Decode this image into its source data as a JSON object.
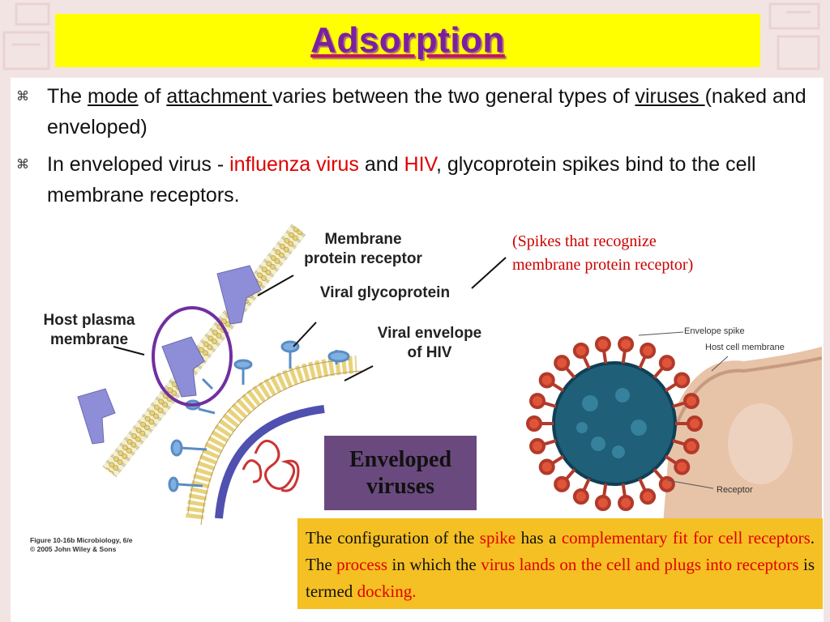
{
  "slide": {
    "title": "Adsorption",
    "bullets": [
      {
        "parts": [
          "The ",
          "mode",
          " of ",
          "attachment ",
          "varies between the two general types of ",
          "viruses ",
          "(naked and enveloped)"
        ]
      },
      {
        "parts": [
          "In enveloped virus - ",
          "influenza virus",
          " and ",
          "HIV",
          ", glycoprotein spikes bind to the cell membrane receptors."
        ]
      }
    ],
    "spike_note": "(Spikes that recognize membrane protein receptor)"
  },
  "figure": {
    "labels": {
      "membrane_protein_receptor": [
        "Membrane",
        "protein receptor"
      ],
      "viral_glycoprotein": "Viral glycoprotein",
      "host_plasma_membrane": [
        "Host plasma",
        "membrane"
      ],
      "viral_envelope": [
        "Viral envelope",
        "of HIV"
      ]
    },
    "caption": [
      "Figure 10-16b Microbiology, 6/e",
      "© 2005 John Wiley & Sons"
    ],
    "enveloped_box": [
      "Enveloped",
      "viruses"
    ]
  },
  "virus_image": {
    "labels": {
      "envelope_spike": "Envelope spike",
      "host_cell_membrane": "Host cell membrane",
      "receptor": "Receptor"
    }
  },
  "note_box": {
    "parts": [
      "The configuration of the ",
      "spike",
      " has a ",
      "complementary fit for cell receptors",
      ". The ",
      "process",
      " in which the ",
      "virus lands on the cell and plugs into receptors",
      " is termed ",
      "docking."
    ]
  },
  "colors": {
    "title_bar": "#ffff00",
    "title_text": "#7b1fa2",
    "highlight_red": "#e00000",
    "note_box": "#f5c023",
    "enveloped_box": "#6a4a7e"
  }
}
